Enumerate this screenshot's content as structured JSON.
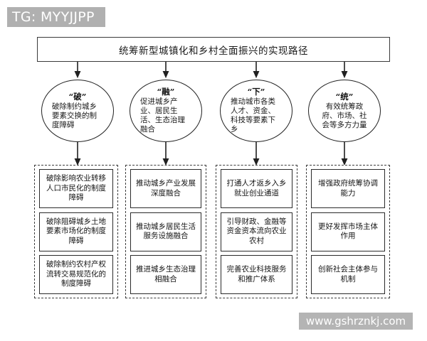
{
  "overlay": {
    "tag_label": "TG: MYYJJPP",
    "watermark": "www.gshrznkj.com"
  },
  "diagram": {
    "title": "统筹新型城镇化和乡村全面振兴的实现路径",
    "branches": [
      {
        "key": "“破”",
        "summary": "破除制约城乡要素交换的制度障碍",
        "items": [
          "破除影响农业转移人口市民化的制度障碍",
          "破除阻碍城乡土地要素市场化的制度障碍",
          "破除制约农村产权流转交易规范化的制度障碍"
        ]
      },
      {
        "key": "“融”",
        "summary": "促进城乡产业、居民生活、生态治理融合",
        "items": [
          "推动城乡产业发展深度融合",
          "推动城乡居民生活服务设施融合",
          "推进城乡生态治理相融合"
        ]
      },
      {
        "key": "“下”",
        "summary": "推动城市各类人才、资金、科技等要素下乡",
        "items": [
          "打通人才返乡入乡就业创业通道",
          "引导财政、金融等资金资本流向农业农村",
          "完善农业科技服务和推广体系"
        ]
      },
      {
        "key": "“统”",
        "summary": "有效统筹政府、市场、社会等多方力量",
        "items": [
          "增强政府统筹协调能力",
          "更好发挥市场主体作用",
          "创新社会主体参与机制"
        ]
      }
    ]
  },
  "colors": {
    "page_background": "#ffffff",
    "line": "#222222",
    "tag_background": "#b0b0b0",
    "tag_text": "#ffffff",
    "text": "#1a1a1a"
  }
}
